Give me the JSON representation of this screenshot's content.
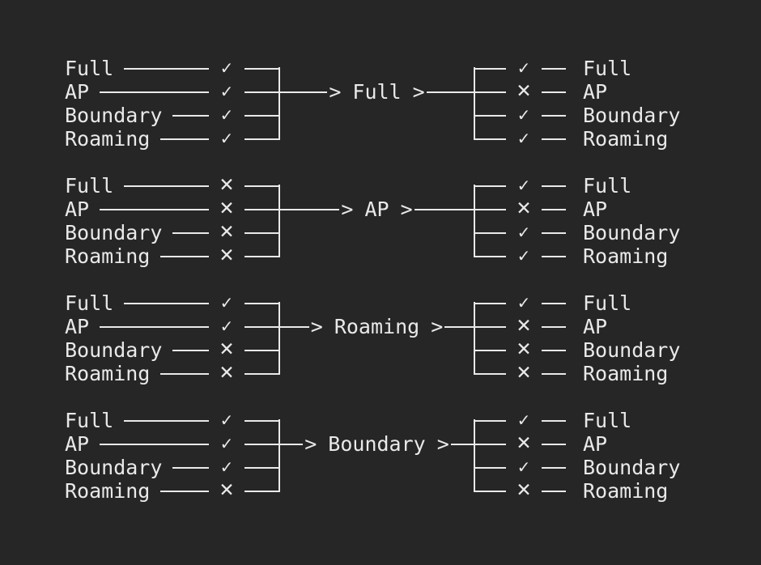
{
  "palette": {
    "background": "#262626",
    "foreground": "#e9e9e9"
  },
  "icons": {
    "check": "✓",
    "cross": "✕",
    "arrowhead": ">"
  },
  "states": [
    "Full",
    "AP",
    "Boundary",
    "Roaming"
  ],
  "transitions": [
    {
      "center_label": "Full",
      "arrow_glyph": ">",
      "left": [
        {
          "label": "Full",
          "mark": "check",
          "glyph": "✓",
          "icon": "check-icon"
        },
        {
          "label": "AP",
          "mark": "check",
          "glyph": "✓",
          "icon": "check-icon"
        },
        {
          "label": "Boundary",
          "mark": "check",
          "glyph": "✓",
          "icon": "check-icon"
        },
        {
          "label": "Roaming",
          "mark": "check",
          "glyph": "✓",
          "icon": "check-icon"
        }
      ],
      "right": [
        {
          "label": "Full",
          "mark": "check",
          "glyph": "✓",
          "icon": "check-icon"
        },
        {
          "label": "AP",
          "mark": "cross",
          "glyph": "✕",
          "icon": "cross-icon"
        },
        {
          "label": "Boundary",
          "mark": "check",
          "glyph": "✓",
          "icon": "check-icon"
        },
        {
          "label": "Roaming",
          "mark": "check",
          "glyph": "✓",
          "icon": "check-icon"
        }
      ]
    },
    {
      "center_label": "AP",
      "arrow_glyph": ">",
      "left": [
        {
          "label": "Full",
          "mark": "cross",
          "glyph": "✕",
          "icon": "cross-icon"
        },
        {
          "label": "AP",
          "mark": "cross",
          "glyph": "✕",
          "icon": "cross-icon"
        },
        {
          "label": "Boundary",
          "mark": "cross",
          "glyph": "✕",
          "icon": "cross-icon"
        },
        {
          "label": "Roaming",
          "mark": "cross",
          "glyph": "✕",
          "icon": "cross-icon"
        }
      ],
      "right": [
        {
          "label": "Full",
          "mark": "check",
          "glyph": "✓",
          "icon": "check-icon"
        },
        {
          "label": "AP",
          "mark": "cross",
          "glyph": "✕",
          "icon": "cross-icon"
        },
        {
          "label": "Boundary",
          "mark": "check",
          "glyph": "✓",
          "icon": "check-icon"
        },
        {
          "label": "Roaming",
          "mark": "check",
          "glyph": "✓",
          "icon": "check-icon"
        }
      ]
    },
    {
      "center_label": "Roaming",
      "arrow_glyph": ">",
      "left": [
        {
          "label": "Full",
          "mark": "check",
          "glyph": "✓",
          "icon": "check-icon"
        },
        {
          "label": "AP",
          "mark": "check",
          "glyph": "✓",
          "icon": "check-icon"
        },
        {
          "label": "Boundary",
          "mark": "cross",
          "glyph": "✕",
          "icon": "cross-icon"
        },
        {
          "label": "Roaming",
          "mark": "cross",
          "glyph": "✕",
          "icon": "cross-icon"
        }
      ],
      "right": [
        {
          "label": "Full",
          "mark": "check",
          "glyph": "✓",
          "icon": "check-icon"
        },
        {
          "label": "AP",
          "mark": "cross",
          "glyph": "✕",
          "icon": "cross-icon"
        },
        {
          "label": "Boundary",
          "mark": "cross",
          "glyph": "✕",
          "icon": "cross-icon"
        },
        {
          "label": "Roaming",
          "mark": "cross",
          "glyph": "✕",
          "icon": "cross-icon"
        }
      ]
    },
    {
      "center_label": "Boundary",
      "arrow_glyph": ">",
      "left": [
        {
          "label": "Full",
          "mark": "check",
          "glyph": "✓",
          "icon": "check-icon"
        },
        {
          "label": "AP",
          "mark": "check",
          "glyph": "✓",
          "icon": "check-icon"
        },
        {
          "label": "Boundary",
          "mark": "check",
          "glyph": "✓",
          "icon": "check-icon"
        },
        {
          "label": "Roaming",
          "mark": "cross",
          "glyph": "✕",
          "icon": "cross-icon"
        }
      ],
      "right": [
        {
          "label": "Full",
          "mark": "check",
          "glyph": "✓",
          "icon": "check-icon"
        },
        {
          "label": "AP",
          "mark": "cross",
          "glyph": "✕",
          "icon": "cross-icon"
        },
        {
          "label": "Boundary",
          "mark": "check",
          "glyph": "✓",
          "icon": "check-icon"
        },
        {
          "label": "Roaming",
          "mark": "cross",
          "glyph": "✕",
          "icon": "cross-icon"
        }
      ]
    }
  ]
}
